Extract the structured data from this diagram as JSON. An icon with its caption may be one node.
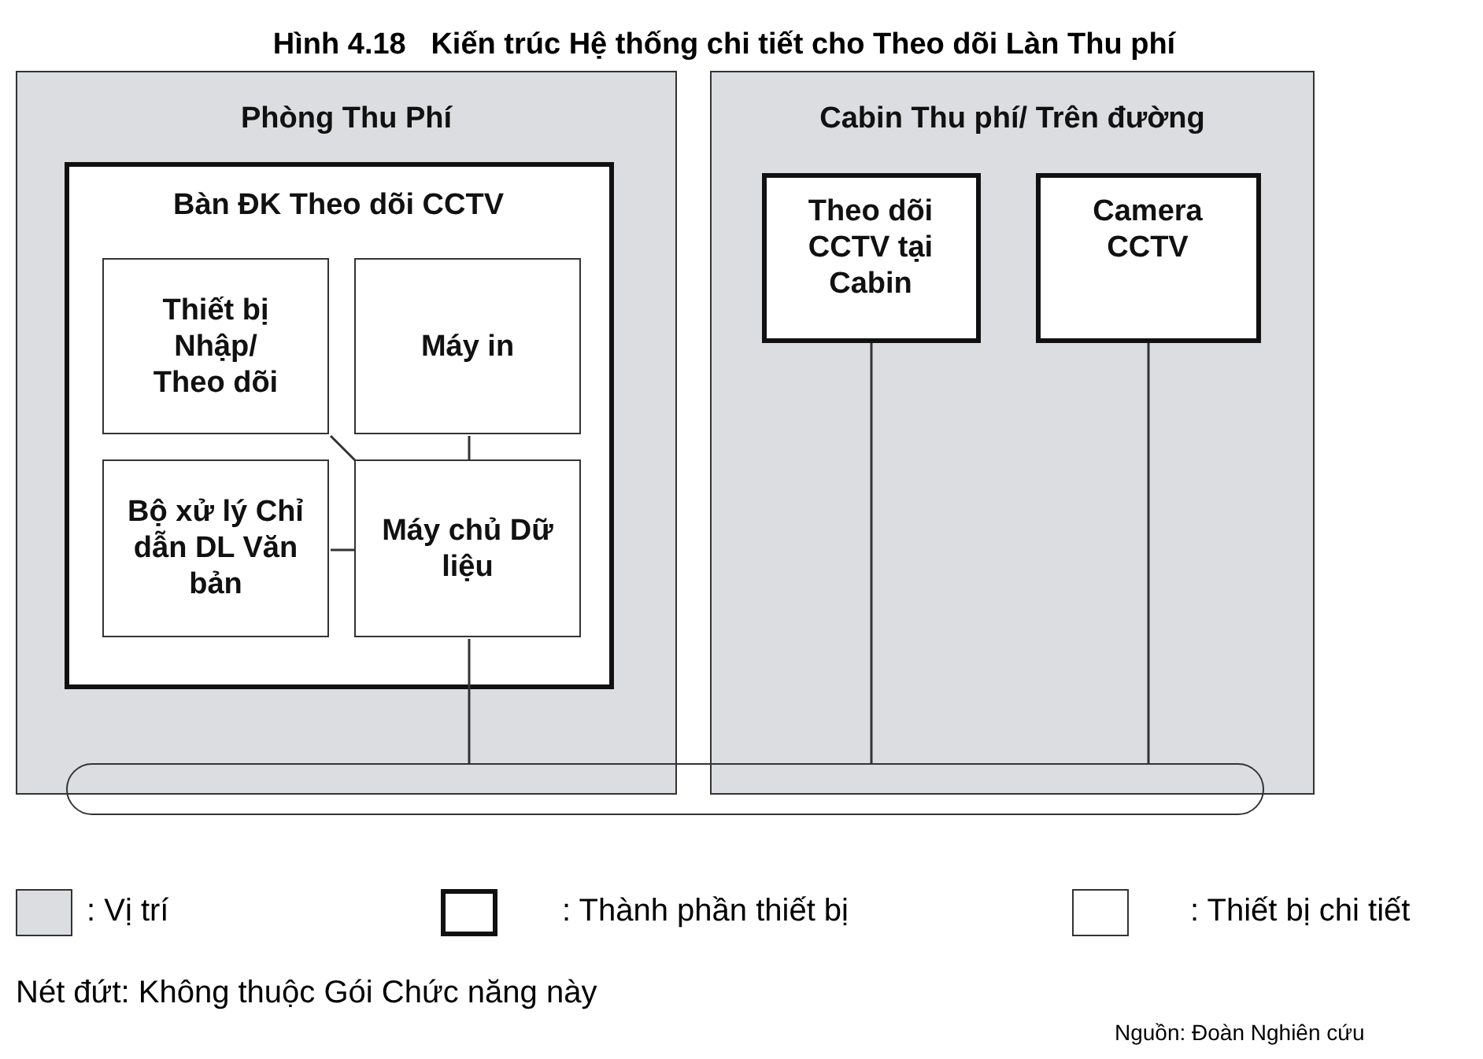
{
  "diagram": {
    "title": "Hình 4.18   Kiến trúc Hệ thống chi tiết cho Theo dõi Làn Thu phí",
    "nodes": [
      {
        "text": [
          "Phòng Thu Phí"
        ]
      },
      {
        "text": [
          "Bàn ĐK Theo dõi CCTV"
        ],
        "in": 0
      },
      {
        "text": [
          "Thiết bị Nhập/ Theo dõi"
        ],
        "in": 1
      },
      {
        "text": [
          "Máy in"
        ],
        "in": 1
      },
      {
        "text": [
          "Bộ xử lý Chỉ dẫn DL Văn bản"
        ],
        "in": 1
      },
      {
        "text": [
          "Máy chủ Dữ liệu"
        ],
        "in": 1
      },
      {
        "text": [
          "Cabin Thu phí/ Trên đường"
        ]
      },
      {
        "text": [
          "Theo dõi CCTV tại Cabin"
        ],
        "in": 6
      },
      {
        "text": [
          "Camera CCTV"
        ],
        "in": 6
      },
      {
        "text": [],
        "shape": "bar"
      }
    ],
    "edges": [
      {
        "from": 2,
        "to": 5,
        "arrow": "none"
      },
      {
        "from": 3,
        "to": 5,
        "arrow": "none"
      },
      {
        "from": 4,
        "to": 5,
        "arrow": "none"
      },
      {
        "from": 5,
        "to": 9,
        "arrow": "none"
      },
      {
        "from": 7,
        "to": 9,
        "arrow": "none"
      },
      {
        "from": 8,
        "to": 9,
        "arrow": "none"
      }
    ],
    "labels": [
      "Nét đứt: Không thuộc Gói Chức năng này",
      "Nguồn: Đoàn Nghiên cứu"
    ],
    "legend": [
      {
        "text": ": Vị trí",
        "color": "#dcdde0"
      },
      {
        "text": ": Thành phần thiết bị"
      },
      {
        "text": ": Thiết bị chi tiết"
      }
    ]
  }
}
